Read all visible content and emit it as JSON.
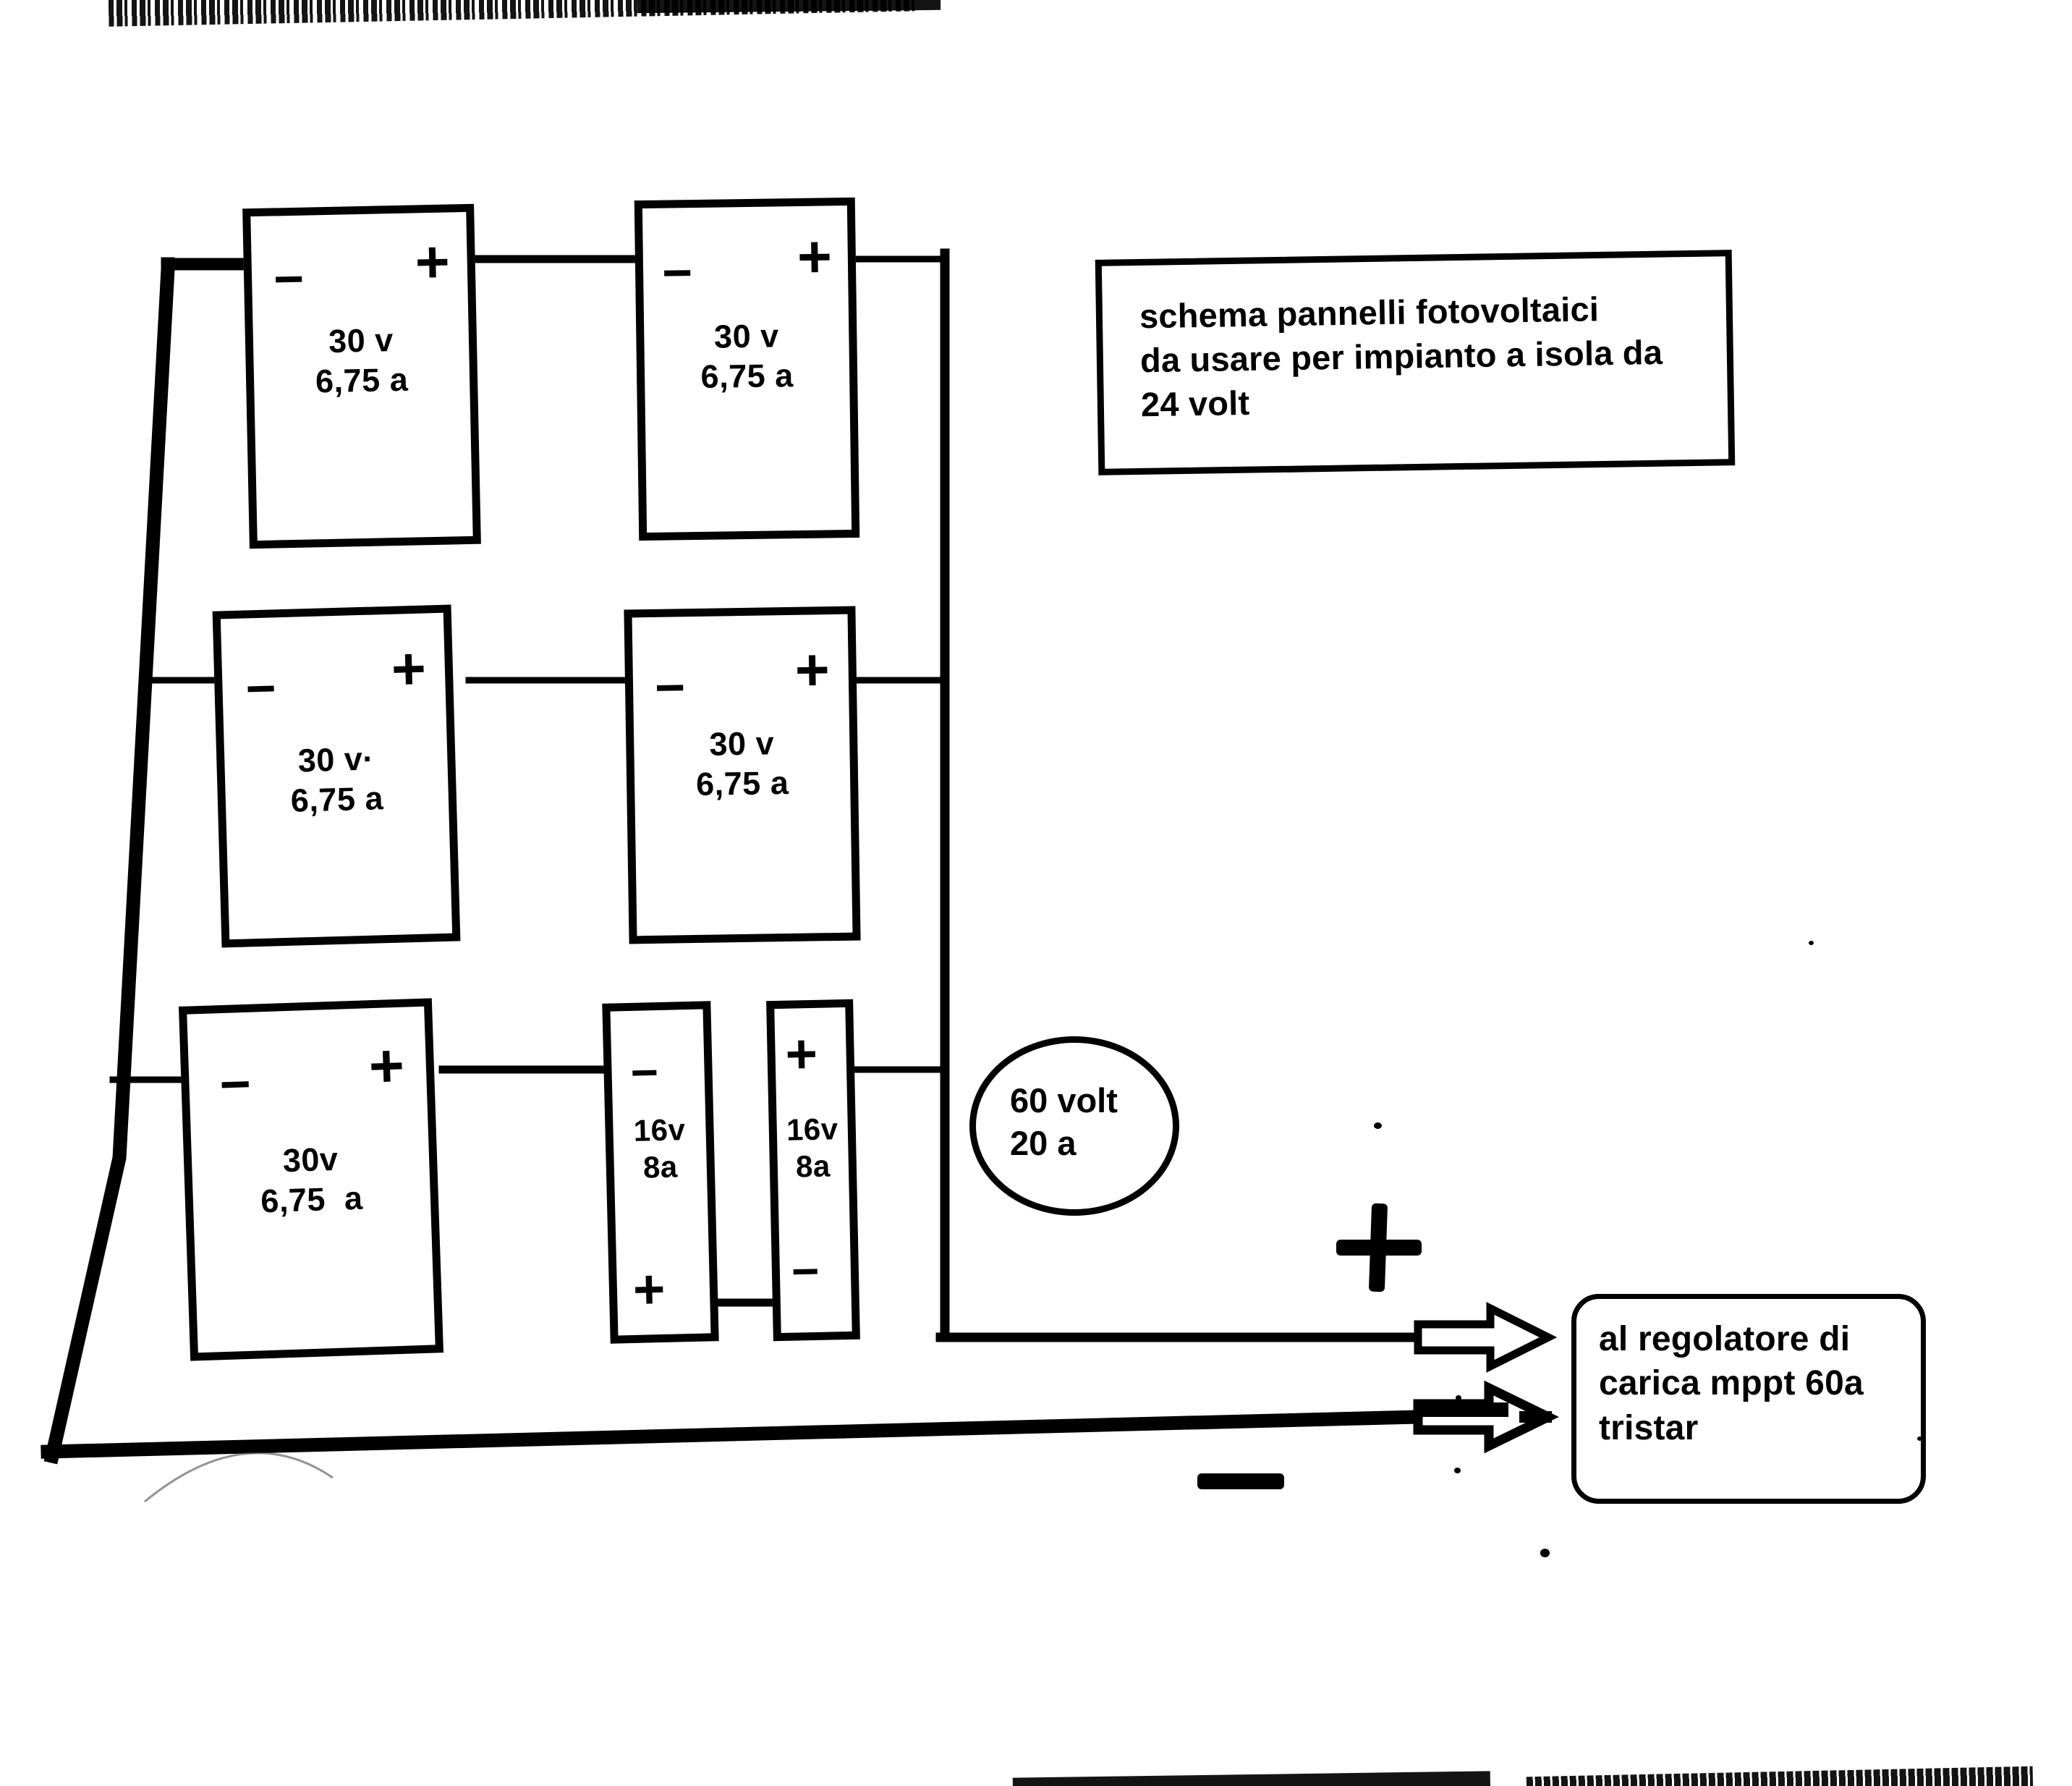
{
  "document": {
    "kind": "hand-drawn wiring schematic (scanned)",
    "language": "it"
  },
  "title_note": {
    "text": "schema pannelli fotovoltaici\nda usare per impianto a isola da\n24 volt"
  },
  "panels": [
    {
      "id": "panel-r1c1",
      "row": 1,
      "col": 1,
      "voltage": "30 v",
      "current": "6,75 a",
      "label": "30 v\n6,75 a",
      "left_terminal": "−",
      "right_terminal": "+"
    },
    {
      "id": "panel-r1c2",
      "row": 1,
      "col": 2,
      "voltage": "30 v",
      "current": "6,75 a",
      "label": "30 v\n6,75 a",
      "left_terminal": "−",
      "right_terminal": "+"
    },
    {
      "id": "panel-r2c1",
      "row": 2,
      "col": 1,
      "voltage": "30 v·",
      "current": "6,75 a",
      "label": "30 v·\n6,75 a",
      "left_terminal": "−",
      "right_terminal": "+"
    },
    {
      "id": "panel-r2c2",
      "row": 2,
      "col": 2,
      "voltage": "30 v",
      "current": "6,75 a",
      "label": "30 v\n6,75 a",
      "left_terminal": "−",
      "right_terminal": "+"
    },
    {
      "id": "panel-r3c1",
      "row": 3,
      "col": 1,
      "voltage": "30v",
      "current": "6,75  a",
      "label": "30v\n6,75  a",
      "left_terminal": "−",
      "right_terminal": "+"
    }
  ],
  "small_panels": [
    {
      "id": "panel-16v-left",
      "voltage": "16v",
      "current": "8a",
      "label": "16v\n8a",
      "top_terminal": "−",
      "bottom_terminal": "+"
    },
    {
      "id": "panel-16v-right",
      "voltage": "16v",
      "current": "8a",
      "label": "16v\n8a",
      "top_terminal": "+",
      "bottom_terminal": "−"
    }
  ],
  "output_bubble": {
    "text": "60 volt\n20 a",
    "voltage": "60 volt",
    "current": "20 a"
  },
  "destination_callout": {
    "text": "al regolatore di\ncarica mppt 60a\ntristar",
    "line1": "al regolatore di",
    "line2": "carica mppt 60a",
    "line3": "tristar"
  },
  "polarity_marks": {
    "positive": "+",
    "negative": "−"
  },
  "colors": {
    "ink": "#000000",
    "paper": "#ffffff"
  }
}
